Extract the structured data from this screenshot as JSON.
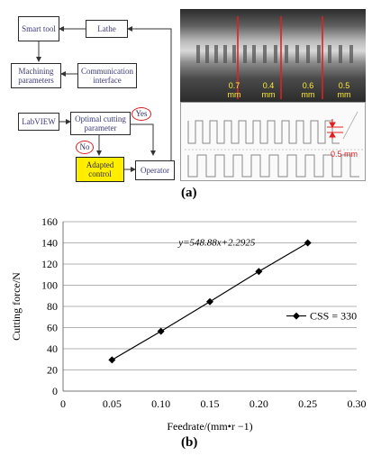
{
  "panel_a": {
    "label": "(a)",
    "flowchart": {
      "smart_tool": "Smart tool",
      "lathe": "Lathe",
      "machining_parameters": "Machining parameters",
      "communication_interface": "Communication interface",
      "labview": "LabVIEW",
      "optimal_cutting_parameter": "Optimal cutting parameter",
      "yes": "Yes",
      "no": "No",
      "adapted_control": "Adapted control",
      "operator": "Operator"
    },
    "photo_labels": [
      "0.7 mm",
      "0.4 mm",
      "0.6 mm",
      "0.5 mm"
    ],
    "profile_label": "0.5 mm"
  },
  "panel_b": {
    "label": "(b)"
  },
  "chart_data": {
    "type": "scatter",
    "xlabel": "Feedrate/(mm•r −1)",
    "ylabel": "Cutting force/N",
    "xlim": [
      0,
      0.3
    ],
    "ylim": [
      0,
      160
    ],
    "x_ticks": [
      "0",
      "0.05",
      "0.10",
      "0.15",
      "0.20",
      "0.25",
      "0.30"
    ],
    "y_ticks": [
      "0",
      "20",
      "40",
      "60",
      "80",
      "100",
      "120",
      "140",
      "160"
    ],
    "grid": "horizontal",
    "legend_position": "right",
    "series": [
      {
        "name": "CSS = 330",
        "x": [
          0.05,
          0.1,
          0.15,
          0.2,
          0.25
        ],
        "y": [
          29.5,
          56.5,
          84.5,
          113,
          140
        ]
      }
    ],
    "annotation": "y=548.88x+2.2925",
    "marker_color": "#000000",
    "line_color": "#000000"
  }
}
